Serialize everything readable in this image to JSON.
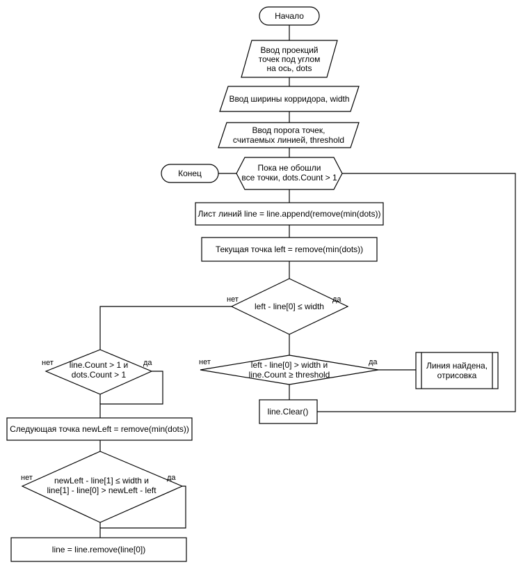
{
  "flowchart": {
    "start": "Начало",
    "input_dots": [
      "Ввод проекций",
      "точек под углом",
      "на ось, dots"
    ],
    "input_width": "Ввод ширины корридора, width",
    "input_threshold": [
      "Ввод порога точек,",
      "считаемых линией, threshold"
    ],
    "end": "Конец",
    "loop": [
      "Пока не обошли",
      "все точки, dots.Count > 1"
    ],
    "line_list": "Лист линий line = line.append(remove(min(dots))",
    "current_point": "Текущая точка left = remove(min(dots))",
    "cond_width": "left - line[0] ≤  width",
    "cond_count": [
      "line.Count > 1 и",
      "dots.Count > 1"
    ],
    "cond_threshold": [
      "left - line[0] >  width и",
      "line.Count ≥  threshold"
    ],
    "line_found": [
      "Линия найдена,",
      "отрисовка"
    ],
    "line_clear": "line.Clear()",
    "next_point": "Следующая точка newLeft = remove(min(dots))",
    "cond_newleft": [
      "newLeft - line[1] ≤  width и",
      "line[1] - line[0] > newLeft - left"
    ],
    "line_remove": "line = line.remove(line[0])"
  },
  "labels": {
    "yes": "да",
    "no": "нет"
  }
}
